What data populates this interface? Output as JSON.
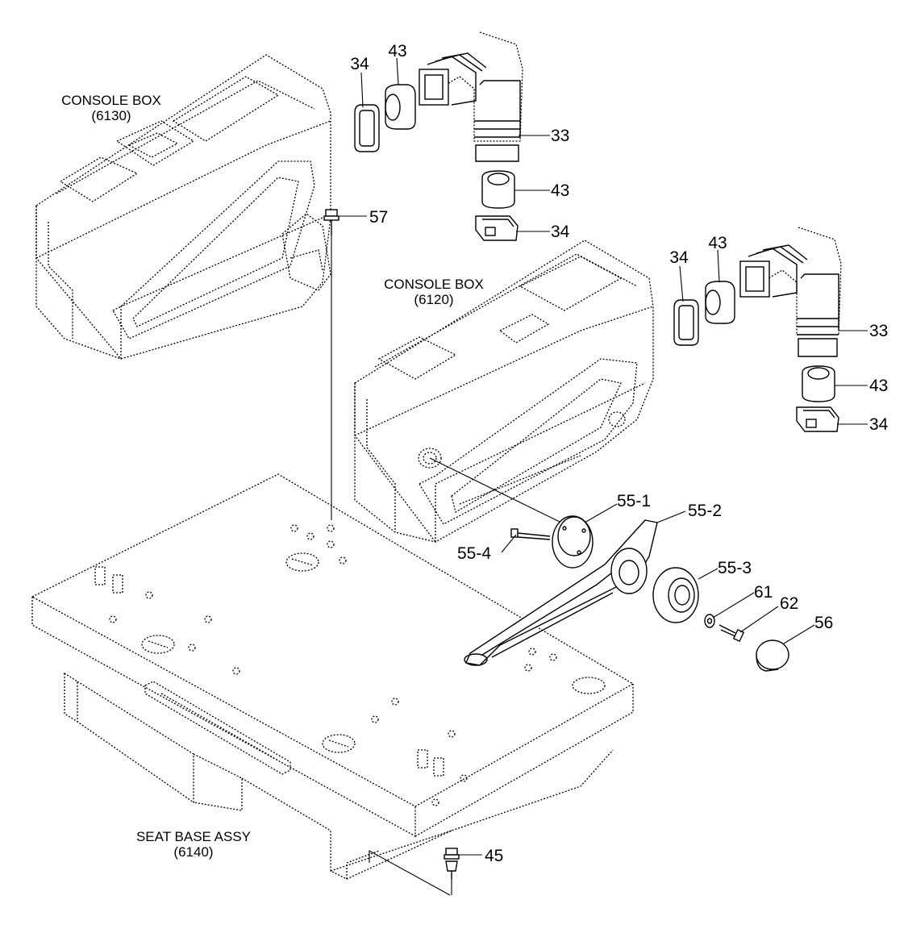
{
  "assemblies": {
    "console_box_left": {
      "name": "CONSOLE BOX",
      "code": "(6130)"
    },
    "console_box_right": {
      "name": "CONSOLE BOX",
      "code": "(6120)"
    },
    "seat_base": {
      "name": "SEAT BASE ASSY",
      "code": "(6140)"
    }
  },
  "callouts": {
    "duct_left": {
      "cap_top": "34",
      "sleeve_top": "43",
      "elbow": "33",
      "sleeve_bottom": "43",
      "cap_bottom": "34"
    },
    "duct_right": {
      "cap_top": "34",
      "sleeve_top": "43",
      "elbow": "33",
      "sleeve_bottom": "43",
      "cap_bottom": "34"
    },
    "bolt_57": "57",
    "bolt_45": "45",
    "armrest_parts": {
      "p55_1": "55-1",
      "p55_2": "55-2",
      "p55_3": "55-3",
      "p55_4": "55-4",
      "p61": "61",
      "p62": "62",
      "p56": "56"
    }
  }
}
